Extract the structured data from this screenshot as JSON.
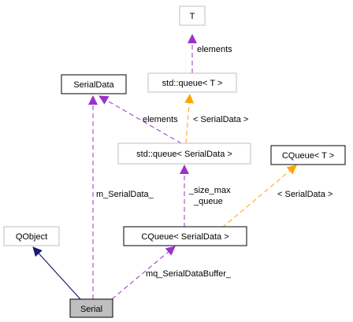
{
  "diagram": {
    "kind": "collaboration-graph",
    "nodes": [
      {
        "id": "T",
        "label": "T",
        "style": "external",
        "fill": "#ffffff",
        "stroke": "#bfbfbf"
      },
      {
        "id": "queue_T",
        "label": "std::queue< T >",
        "style": "external",
        "fill": "#ffffff",
        "stroke": "#bfbfbf"
      },
      {
        "id": "SerialData",
        "label": "SerialData",
        "style": "documented",
        "fill": "#ffffff",
        "stroke": "#000000"
      },
      {
        "id": "queue_SerialData",
        "label": "std::queue< SerialData >",
        "style": "external",
        "fill": "#ffffff",
        "stroke": "#bfbfbf"
      },
      {
        "id": "CQueue_T",
        "label": "CQueue< T >",
        "style": "documented",
        "fill": "#ffffff",
        "stroke": "#000000"
      },
      {
        "id": "QObject",
        "label": "QObject",
        "style": "external",
        "fill": "#ffffff",
        "stroke": "#bfbfbf"
      },
      {
        "id": "CQueue_SerialData",
        "label": "CQueue< SerialData >",
        "style": "documented",
        "fill": "#ffffff",
        "stroke": "#000000"
      },
      {
        "id": "Serial",
        "label": "Serial",
        "style": "focus",
        "fill": "#bfbfbf",
        "stroke": "#000000"
      }
    ],
    "edges": [
      {
        "id": "e_elements_T",
        "from": "queue_T",
        "to": "T",
        "kind": "usage",
        "color": "#9a32cd",
        "labels": [
          "elements"
        ]
      },
      {
        "id": "e_elements_SD",
        "from": "queue_SerialData",
        "to": "SerialData",
        "kind": "usage",
        "color": "#9a32cd",
        "labels": [
          "elements"
        ]
      },
      {
        "id": "e_tmpl_queue",
        "from": "queue_SerialData",
        "to": "queue_T",
        "kind": "template",
        "color": "#ffa500",
        "labels": [
          "< SerialData >"
        ]
      },
      {
        "id": "e_size_queue",
        "from": "CQueue_SerialData",
        "to": "queue_SerialData",
        "kind": "usage",
        "color": "#9a32cd",
        "labels": [
          "_size_max",
          "_queue"
        ]
      },
      {
        "id": "e_tmpl_cqueue",
        "from": "CQueue_SerialData",
        "to": "CQueue_T",
        "kind": "template",
        "color": "#ffa500",
        "labels": [
          "< SerialData >"
        ]
      },
      {
        "id": "e_m_serialdata",
        "from": "Serial",
        "to": "SerialData",
        "kind": "usage",
        "color": "#9a32cd",
        "labels": [
          "m_SerialData_"
        ]
      },
      {
        "id": "e_mq_buffer",
        "from": "Serial",
        "to": "CQueue_SerialData",
        "kind": "usage",
        "color": "#9a32cd",
        "labels": [
          "mq_SerialDataBuffer_"
        ]
      },
      {
        "id": "e_inherit",
        "from": "Serial",
        "to": "QObject",
        "kind": "inheritance",
        "color": "#191970",
        "labels": []
      }
    ]
  }
}
